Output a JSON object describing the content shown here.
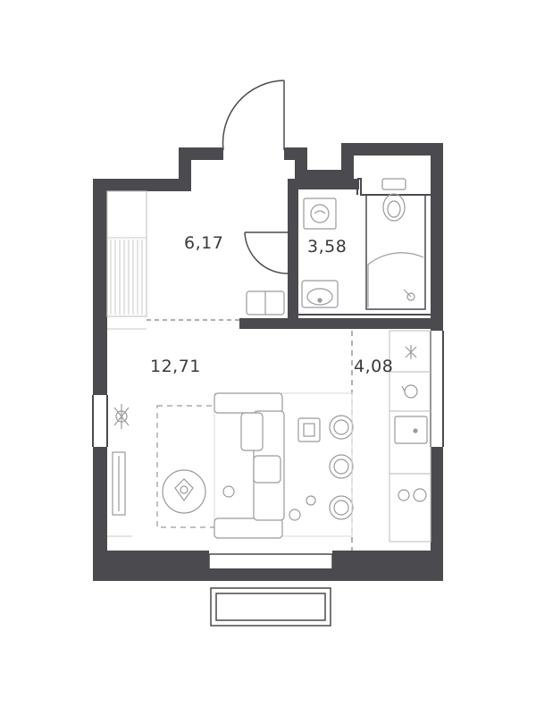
{
  "colors": {
    "wall": "#4a4a4f",
    "line": "#c8c8c8",
    "furniture": "#9a9a9e",
    "dash": "#7d7d82",
    "text": "#3a3a3c"
  },
  "rooms": {
    "hallway": {
      "area": "6,17"
    },
    "bathroom": {
      "area": "3,58"
    },
    "living": {
      "area": "12,71"
    },
    "kitchen": {
      "area": "4,08"
    }
  }
}
